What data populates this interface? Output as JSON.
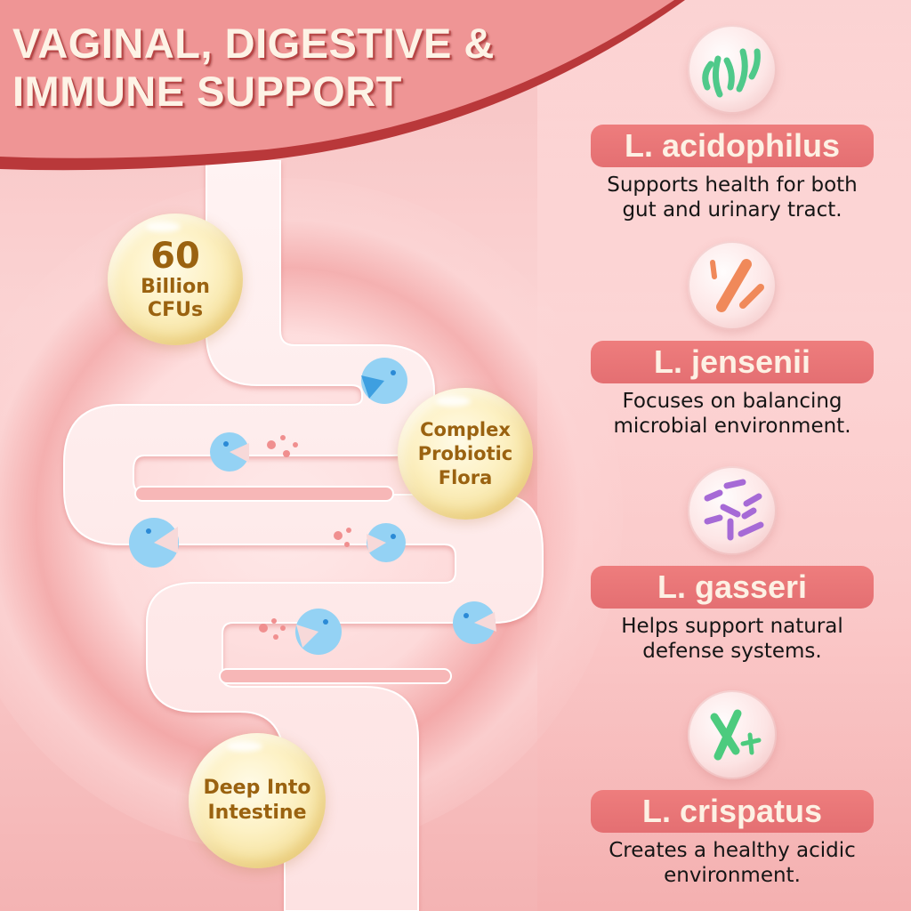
{
  "header": {
    "title_line1": "VAGINAL, DIGESTIVE &",
    "title_line2": "IMMUNE SUPPORT"
  },
  "badges": {
    "cfu": {
      "number": "60",
      "line1": "Billion",
      "line2": "CFUs"
    },
    "flora": {
      "line1": "Complex",
      "line2": "Probiotic",
      "line3": "Flora"
    },
    "deep": {
      "line1": "Deep Into",
      "line2": "Intestine"
    }
  },
  "strains": [
    {
      "name": "L. acidophilus",
      "desc_line1": "Supports health for both",
      "desc_line2": "gut and urinary tract.",
      "icon": "green-rod-bacteria-icon",
      "color": "#4fc98a"
    },
    {
      "name": "L. jensenii",
      "desc_line1": "Focuses on balancing",
      "desc_line2": "microbial environment.",
      "icon": "orange-rod-bacteria-icon",
      "color": "#f0895a"
    },
    {
      "name": "L. gasseri",
      "desc_line1": "Helps support natural",
      "desc_line2": "defense systems.",
      "icon": "purple-rod-bacteria-icon",
      "color": "#a66ad6"
    },
    {
      "name": "L. crispatus",
      "desc_line1": "Creates a healthy acidic",
      "desc_line2": "environment.",
      "icon": "green-x-bacteria-icon",
      "color": "#4ccb7e"
    }
  ],
  "colors": {
    "banner": "#ef9595",
    "banner_edge": "#b9383a",
    "pill": "#e8787a",
    "gold_text": "#9a6210",
    "pacman": "#8fd0f2"
  }
}
